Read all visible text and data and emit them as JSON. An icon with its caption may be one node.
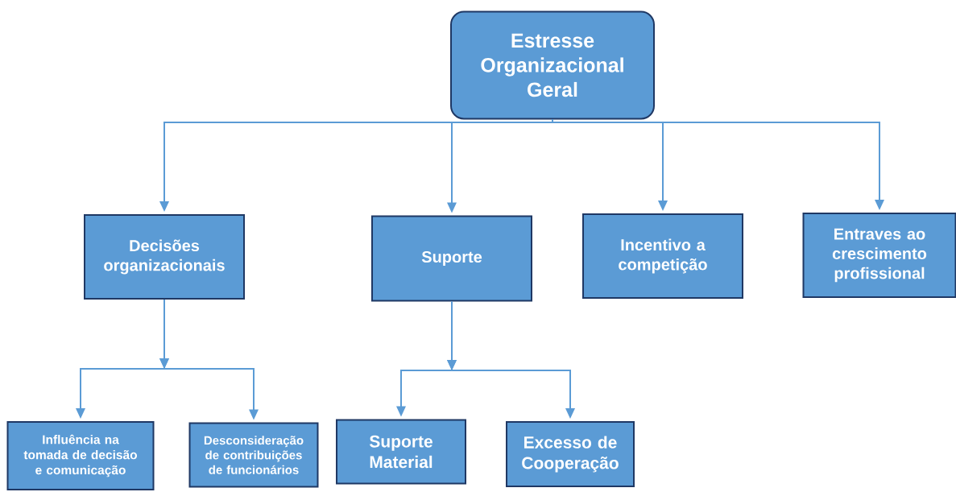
{
  "diagram": {
    "nodes": [
      {
        "text": [
          "Estresse Organizacional Geral"
        ]
      },
      {
        "text": [
          "Decisões organizacionais"
        ]
      },
      {
        "text": [
          "Suporte"
        ]
      },
      {
        "text": [
          "Incentivo a competição"
        ]
      },
      {
        "text": [
          "Entraves ao crescimento profissional"
        ]
      },
      {
        "text": [
          "Influência na tomada de decisão e comunicação"
        ]
      },
      {
        "text": [
          "Desconsideração de contribuições de funcionários"
        ]
      },
      {
        "text": [
          "Suporte Material"
        ]
      },
      {
        "text": [
          "Excesso de Cooperação"
        ]
      }
    ],
    "edges": [
      {
        "from": 0,
        "to": 1,
        "arrow": "to"
      },
      {
        "from": 0,
        "to": 2,
        "arrow": "to"
      },
      {
        "from": 0,
        "to": 3,
        "arrow": "to"
      },
      {
        "from": 0,
        "to": 4,
        "arrow": "to"
      },
      {
        "from": 1,
        "to": 5,
        "arrow": "to"
      },
      {
        "from": 1,
        "to": 6,
        "arrow": "to"
      },
      {
        "from": 2,
        "to": 7,
        "arrow": "to"
      },
      {
        "from": 2,
        "to": 8,
        "arrow": "to"
      }
    ]
  }
}
